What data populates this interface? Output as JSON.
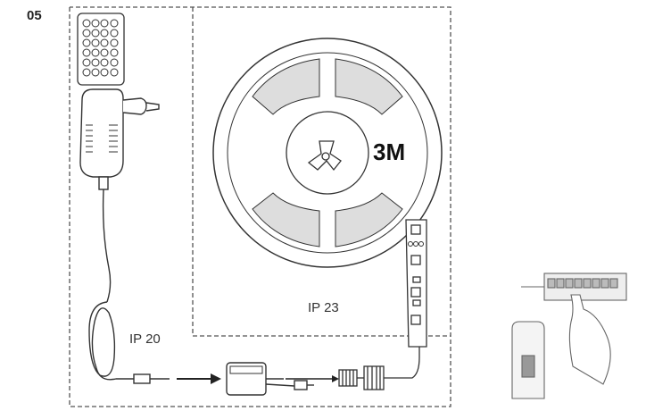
{
  "step_number": "05",
  "strip_length": "3M",
  "strip_rating": "IP 23",
  "adapter_rating": "IP 20",
  "colors": {
    "line": "#333333",
    "fill": "#ffffff",
    "reel_fill": "#f2f2f2"
  },
  "icons": [
    "remote-control-icon",
    "power-adapter-icon",
    "led-reel-icon",
    "controller-box-icon",
    "connector-icon",
    "install-hand-icon",
    "switch-icon"
  ]
}
